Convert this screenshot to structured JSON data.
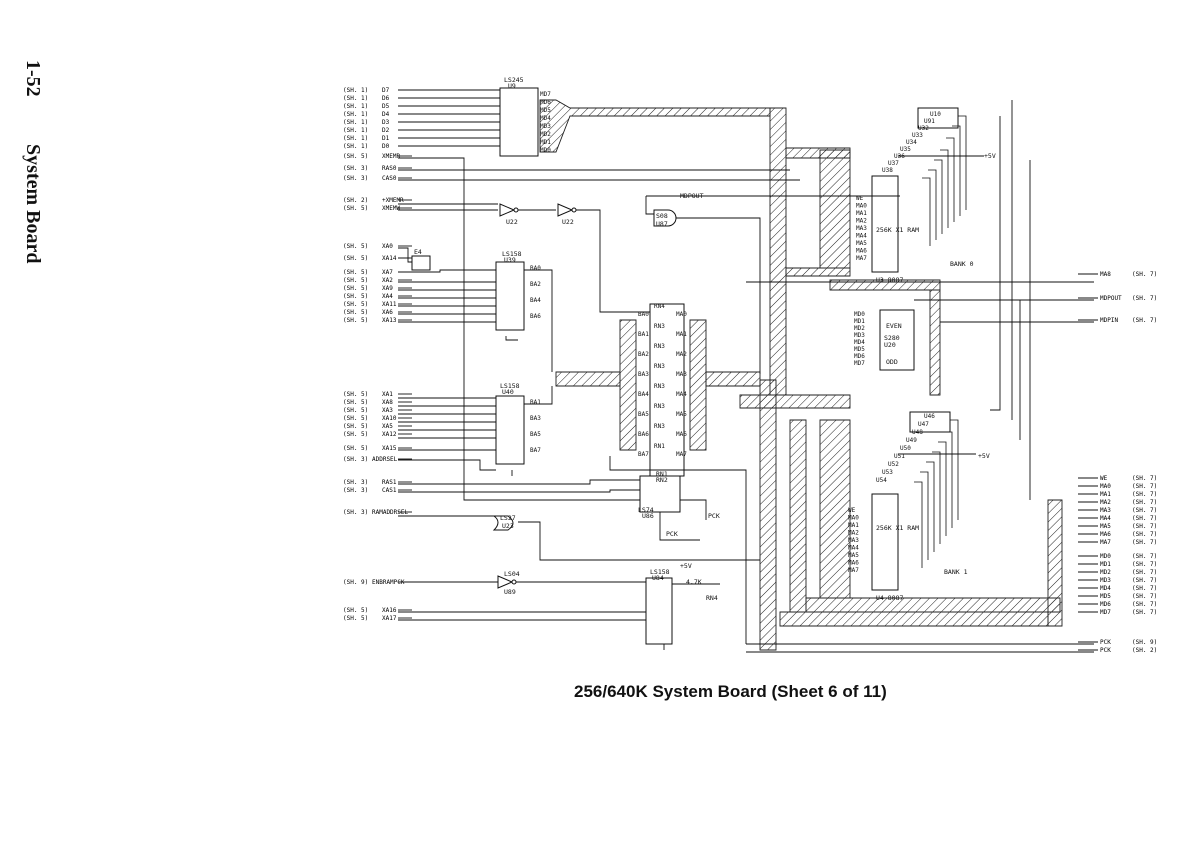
{
  "page_marker": "1-52",
  "section_title": "System Board",
  "caption": "256/640K System Board (Sheet 6 of 11)",
  "left_signals": [
    {
      "ref": "(SH. 1)",
      "name": "D7"
    },
    {
      "ref": "(SH. 1)",
      "name": "D6"
    },
    {
      "ref": "(SH. 1)",
      "name": "D5"
    },
    {
      "ref": "(SH. 1)",
      "name": "D4"
    },
    {
      "ref": "(SH. 1)",
      "name": "D3"
    },
    {
      "ref": "(SH. 1)",
      "name": "D2"
    },
    {
      "ref": "(SH. 1)",
      "name": "D1"
    },
    {
      "ref": "(SH. 1)",
      "name": "D0"
    },
    {
      "ref": "(SH. 5)",
      "name": "XMEMR"
    },
    {
      "ref": "(SH. 3)",
      "name": "RAS0"
    },
    {
      "ref": "(SH. 3)",
      "name": "CAS0"
    },
    {
      "ref": "(SH. 2)",
      "name": "+XMEMR"
    },
    {
      "ref": "(SH. 5)",
      "name": "XMEMW"
    },
    {
      "ref": "(SH. 5)",
      "name": "XA0"
    },
    {
      "ref": "(SH. 5)",
      "name": "XA14"
    },
    {
      "ref": "(SH. 5)",
      "name": "XA7"
    },
    {
      "ref": "(SH. 5)",
      "name": "XA2"
    },
    {
      "ref": "(SH. 5)",
      "name": "XA9"
    },
    {
      "ref": "(SH. 5)",
      "name": "XA4"
    },
    {
      "ref": "(SH. 5)",
      "name": "XA11"
    },
    {
      "ref": "(SH. 5)",
      "name": "XA6"
    },
    {
      "ref": "(SH. 5)",
      "name": "XA13"
    },
    {
      "ref": "(SH. 5)",
      "name": "XA1"
    },
    {
      "ref": "(SH. 5)",
      "name": "XA8"
    },
    {
      "ref": "(SH. 5)",
      "name": "XA3"
    },
    {
      "ref": "(SH. 5)",
      "name": "XA10"
    },
    {
      "ref": "(SH. 5)",
      "name": "XA5"
    },
    {
      "ref": "(SH. 5)",
      "name": "XA12"
    },
    {
      "ref": "(SH. 5)",
      "name": "XA15"
    },
    {
      "ref": "(SH. 3)",
      "name": "ADDRSEL"
    },
    {
      "ref": "(SH. 3)",
      "name": "RAS1"
    },
    {
      "ref": "(SH. 3)",
      "name": "CAS1"
    },
    {
      "ref": "(SH. 3)",
      "name": "RAMADDRSEL"
    },
    {
      "ref": "(SH. 9)",
      "name": "ENBRAMPCK"
    },
    {
      "ref": "(SH. 5)",
      "name": "XA16"
    },
    {
      "ref": "(SH. 5)",
      "name": "XA17"
    }
  ],
  "right_signals": [
    {
      "name": "MA8",
      "ref": "(SH. 7)"
    },
    {
      "name": "MDPOUT",
      "ref": "(SH. 7)"
    },
    {
      "name": "MDPIN",
      "ref": "(SH. 7)"
    },
    {
      "name": "WE",
      "ref": "(SH. 7)"
    },
    {
      "name": "MA0",
      "ref": "(SH. 7)"
    },
    {
      "name": "MA1",
      "ref": "(SH. 7)"
    },
    {
      "name": "MA2",
      "ref": "(SH. 7)"
    },
    {
      "name": "MA3",
      "ref": "(SH. 7)"
    },
    {
      "name": "MA4",
      "ref": "(SH. 7)"
    },
    {
      "name": "MA5",
      "ref": "(SH. 7)"
    },
    {
      "name": "MA6",
      "ref": "(SH. 7)"
    },
    {
      "name": "MA7",
      "ref": "(SH. 7)"
    },
    {
      "name": "MD0",
      "ref": "(SH. 7)"
    },
    {
      "name": "MD1",
      "ref": "(SH. 7)"
    },
    {
      "name": "MD2",
      "ref": "(SH. 7)"
    },
    {
      "name": "MD3",
      "ref": "(SH. 7)"
    },
    {
      "name": "MD4",
      "ref": "(SH. 7)"
    },
    {
      "name": "MD5",
      "ref": "(SH. 7)"
    },
    {
      "name": "MD6",
      "ref": "(SH. 7)"
    },
    {
      "name": "MD7",
      "ref": "(SH. 7)"
    },
    {
      "name": "PCK",
      "ref": "(SH. 9)"
    },
    {
      "name": "PCK",
      "ref": "(SH. 2)"
    }
  ],
  "chips": {
    "u9": {
      "type": "LS245",
      "ref": "U9"
    },
    "u39": {
      "type": "LS158",
      "ref": "U39"
    },
    "u40": {
      "type": "LS158",
      "ref": "U40"
    },
    "u84": {
      "type": "LS158",
      "ref": "U84"
    },
    "u86": {
      "type": "LS74",
      "ref": "U86"
    },
    "u23": {
      "type": "LS27",
      "ref": "U23"
    },
    "u89": {
      "type": "LS04",
      "ref": "U89"
    },
    "u87": {
      "type": "S08",
      "ref": "U87"
    },
    "u22a": {
      "ref": "U22"
    },
    "u22b": {
      "ref": "U22"
    },
    "u20": {
      "type": "S280",
      "ref": "U20",
      "even": "EVEN",
      "odd": "ODD"
    },
    "e4": {
      "ref": "E4"
    },
    "rn4": {
      "ref": "RN4"
    },
    "rn1": {
      "ref": "RN1"
    },
    "rn2": {
      "ref": "RN2"
    }
  },
  "banks": [
    {
      "label": "BANK 0",
      "chip": "U3 8087",
      "ram": "256K X1 RAM",
      "rams": [
        "U10",
        "U91",
        "U32",
        "U33",
        "U34",
        "U35",
        "U36",
        "U37",
        "U38"
      ]
    },
    {
      "label": "BANK 1",
      "chip": "U4 8087",
      "ram": "256K X1 RAM",
      "rams": [
        "U46",
        "U47",
        "U48",
        "U49",
        "U50",
        "U51",
        "U52",
        "U53",
        "U54"
      ]
    }
  ],
  "mid_labels": {
    "mdpout": "MDPOUT",
    "pck": "PCK",
    "pck_bar": "PCK",
    "vcc": "+5V",
    "rn_res": "4.7K",
    "bank0_vcc": "+5V",
    "bank1_vcc": "+5V"
  },
  "u9_outputs": [
    "MD7",
    "MD6",
    "MD5",
    "MD4",
    "MD3",
    "MD2",
    "MD1",
    "MD0"
  ],
  "u39_outputs": [
    "BA0",
    "BA2",
    "BA4",
    "BA6"
  ],
  "u40_outputs": [
    "BA1",
    "BA3",
    "BA5",
    "BA7"
  ],
  "ma_network": [
    {
      "in": "BA0",
      "out": "MA0",
      "rn": "RN4"
    },
    {
      "in": "BA1",
      "out": "MA1",
      "rn": "RN3"
    },
    {
      "in": "BA2",
      "out": "MA2",
      "rn": "RN3"
    },
    {
      "in": "BA3",
      "out": "MA3",
      "rn": "RN3"
    },
    {
      "in": "BA4",
      "out": "MA4",
      "rn": "RN3"
    },
    {
      "in": "BA5",
      "out": "MA5",
      "rn": "RN3"
    },
    {
      "in": "BA6",
      "out": "MA6",
      "rn": "RN3"
    },
    {
      "in": "BA7",
      "out": "MA7",
      "rn": "RN1"
    }
  ],
  "bank_pins": [
    "WE",
    "MA0",
    "MA1",
    "MA2",
    "MA3",
    "MA4",
    "MA5",
    "MA6",
    "MA7"
  ],
  "parity_inputs": [
    "MD0",
    "MD1",
    "MD2",
    "MD3",
    "MD4",
    "MD5",
    "MD6",
    "MD7"
  ]
}
